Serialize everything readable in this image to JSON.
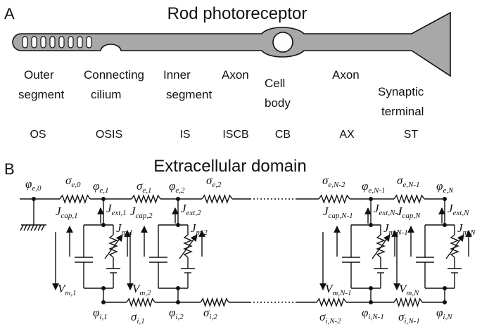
{
  "panel_a": {
    "letter": "A",
    "title": "Rod photoreceptor",
    "regions": [
      {
        "lines": [
          "Outer",
          "segment"
        ]
      },
      {
        "lines": [
          "Connecting",
          "cilium"
        ]
      },
      {
        "lines": [
          "Inner",
          "segment"
        ]
      },
      {
        "lines": [
          "Axon"
        ]
      },
      {
        "lines": [
          "Cell",
          "body"
        ]
      },
      {
        "lines": [
          "Axon"
        ]
      },
      {
        "lines": [
          "Synaptic",
          "terminal"
        ]
      }
    ],
    "abbreviations": [
      "OS",
      "OSIS",
      "IS",
      "ISCB",
      "CB",
      "AX",
      "ST"
    ]
  },
  "panel_b": {
    "letter": "B",
    "title": "Extracellular domain",
    "extracellular_nodes": [
      {
        "sym": "φ",
        "sub": "e,0"
      },
      {
        "sym": "φ",
        "sub": "e,1"
      },
      {
        "sym": "φ",
        "sub": "e,2"
      },
      {
        "sym": "φ",
        "sub": "e,N-1"
      },
      {
        "sym": "φ",
        "sub": "e,N"
      }
    ],
    "extracellular_resistors": [
      {
        "sym": "σ",
        "sub": "e,0"
      },
      {
        "sym": "σ",
        "sub": "e,1"
      },
      {
        "sym": "σ",
        "sub": "e,2"
      },
      {
        "sym": "σ",
        "sub": "e,N-2"
      },
      {
        "sym": "σ",
        "sub": "e,N-1"
      }
    ],
    "intracellular_nodes": [
      {
        "sym": "φ",
        "sub": "i,1"
      },
      {
        "sym": "φ",
        "sub": "i,2"
      },
      {
        "sym": "φ",
        "sub": "i,N-1"
      },
      {
        "sym": "φ",
        "sub": "i,N"
      }
    ],
    "intracellular_resistors": [
      {
        "sym": "σ",
        "sub": "i,1"
      },
      {
        "sym": "σ",
        "sub": "i,2"
      },
      {
        "sym": "σ",
        "sub": "i,N-2"
      },
      {
        "sym": "σ",
        "sub": "i,N-1"
      }
    ],
    "compartments": [
      {
        "cap": {
          "sym": "J",
          "sub": "cap,1"
        },
        "ext": {
          "sym": "J",
          "sub": "ext,1"
        },
        "mem": {
          "sym": "J",
          "sub": "m,1"
        },
        "v": {
          "sym": "V",
          "sub": "m,1"
        }
      },
      {
        "cap": {
          "sym": "J",
          "sub": "cap,2"
        },
        "ext": {
          "sym": "J",
          "sub": "ext,2"
        },
        "mem": {
          "sym": "J",
          "sub": "m,2"
        },
        "v": {
          "sym": "V",
          "sub": "m,2"
        }
      },
      {
        "cap": {
          "sym": "J",
          "sub": "cap,N-1"
        },
        "ext": {
          "sym": "J",
          "sub": "ext,N-1"
        },
        "mem": {
          "sym": "J",
          "sub": "m,N-1"
        },
        "v": {
          "sym": "V",
          "sub": "m,N-1"
        }
      },
      {
        "cap": {
          "sym": "J",
          "sub": "cap,N"
        },
        "ext": {
          "sym": "J",
          "sub": "ext,N"
        },
        "mem": {
          "sym": "J",
          "sub": "m,N"
        },
        "v": {
          "sym": "V",
          "sub": "m,N"
        }
      }
    ]
  }
}
